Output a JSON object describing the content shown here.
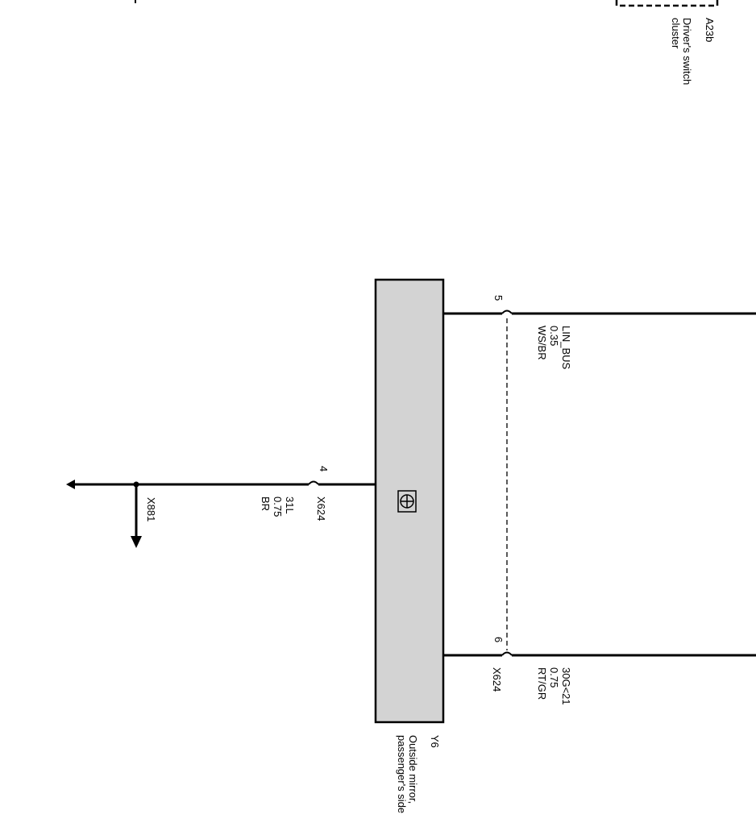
{
  "components": {
    "a23b": {
      "id": "A23b",
      "name_line1": "Driver's switch",
      "name_line2": "cluster"
    },
    "y6": {
      "id": "Y6",
      "name_line1": "Outside mirror,",
      "name_line2": "passenger's side"
    }
  },
  "wires": {
    "lin_bus": {
      "pin": "5",
      "signal": "LIN_BUS",
      "gauge": "0.35",
      "color": "WS/BR"
    },
    "ground": {
      "pin": "4",
      "connector": "X624",
      "signal": "31L",
      "gauge": "0.75",
      "color": "BR",
      "ground_connector": "X881"
    },
    "power": {
      "pin": "6",
      "connector": "X624",
      "signal": "30G<21",
      "gauge": "0.75",
      "color": "RT/GR"
    }
  },
  "colors": {
    "line": "#000000",
    "component_fill": "#d3d3d3"
  },
  "icons": {
    "mirror_symbol": "mirror-motor-icon"
  }
}
